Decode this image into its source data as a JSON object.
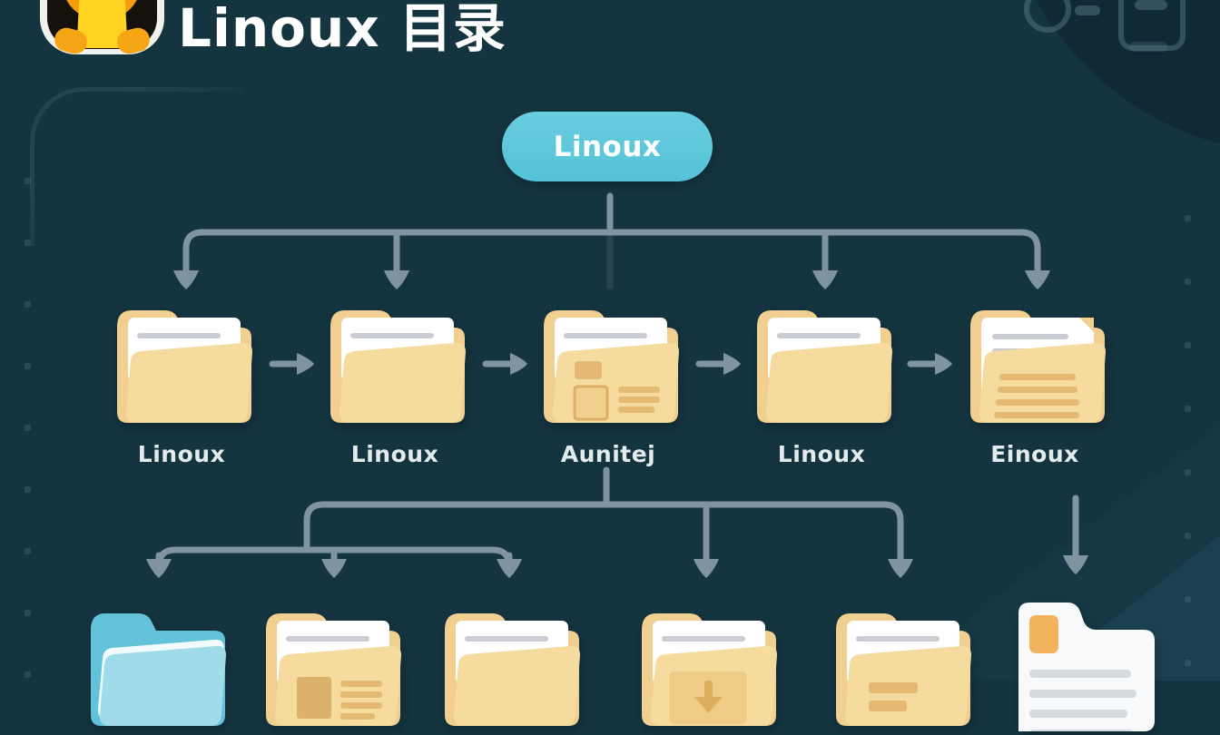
{
  "header": {
    "title": "Linoux 目录",
    "logo": "penguin-tux-icon"
  },
  "decor_icons": [
    "circle-icon",
    "dash-icon",
    "terminal-window-icon"
  ],
  "colors": {
    "background": "#143440",
    "accent_cyan": "#5ac7db",
    "connector": "#8094a0",
    "folder_back": "#f1cf90",
    "folder_front": "#f6db9e",
    "folder_content": "#e4ba72",
    "cyan_folder_back": "#62c2d9",
    "cyan_folder_front": "#9fdbe9",
    "paper": "#ffffff",
    "paper_line": "#c9cdd3",
    "doc_white": "#f7f9fa",
    "doc_accent": "#f2b35c",
    "doc_line": "#d7dbe0",
    "label_text": "#e4ebed",
    "title_text": "#ffffff"
  },
  "tree": {
    "root": {
      "label": "Linoux"
    },
    "level1": {
      "items": [
        {
          "label": "Linoux",
          "variant": "plain"
        },
        {
          "label": "Linoux",
          "variant": "plain"
        },
        {
          "label": "Aunitej",
          "variant": "news-a"
        },
        {
          "label": "Linoux",
          "variant": "plain"
        },
        {
          "label": "Einoux",
          "variant": "doc-lines"
        }
      ]
    },
    "level2": {
      "items": [
        {
          "variant": "cyan"
        },
        {
          "variant": "news-b"
        },
        {
          "variant": "plain"
        },
        {
          "variant": "download"
        },
        {
          "variant": "two-bars"
        },
        {
          "variant": "document"
        }
      ]
    }
  }
}
